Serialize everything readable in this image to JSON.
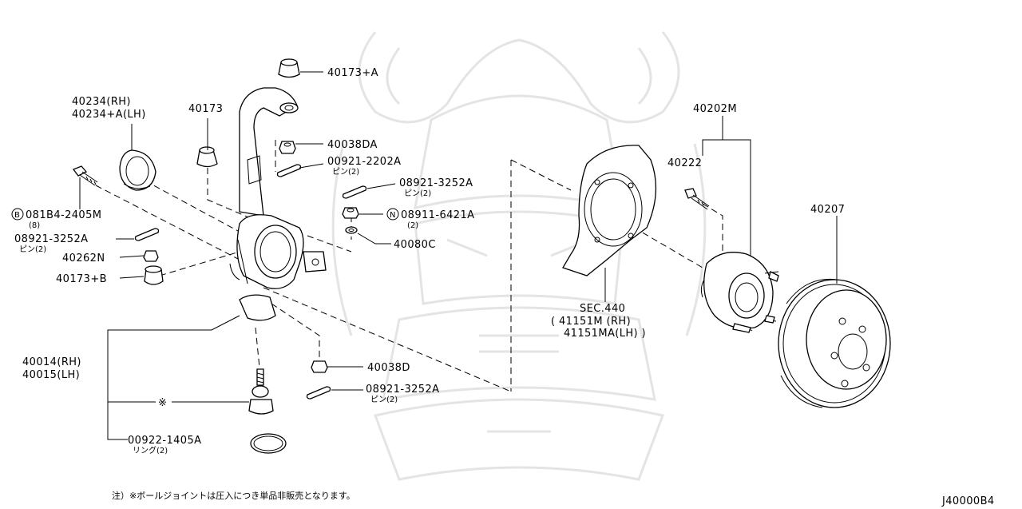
{
  "diagram_id": "J40000B4",
  "note": "注）※ボールジョイントは圧入につき単品非販売となります。",
  "ball_joint_mark": "※",
  "callouts": {
    "p40173A": "40173+A",
    "p40234": [
      "40234(RH)",
      "40234+A(LH)"
    ],
    "p40173": "40173",
    "p40038DA": "40038DA",
    "p00921": "00921-2202A",
    "p00921_sub": "ピン(2)",
    "p08921_top": "08921-3252A",
    "p08921_top_sub": "ピン(2)",
    "p08911_badge": "N",
    "p08911": "08911-6421A",
    "p08911_sub": "(2)",
    "p40080C": "40080C",
    "p081B4_badge": "B",
    "p081B4": "081B4-2405M",
    "p081B4_sub": "(8)",
    "p08921_left": "08921-3252A",
    "p08921_left_sub": "ピン(2)",
    "p40262N": "40262N",
    "p40173B": "40173+B",
    "p40014": [
      "40014(RH)",
      "40015(LH)"
    ],
    "p00922": "00922-1405A",
    "p00922_sub": "リング(2)",
    "p40038D": "40038D",
    "p08921_bot": "08921-3252A",
    "p08921_bot_sub": "ピン(2)",
    "sec440": [
      "SEC.440",
      "( 41151M  (RH)",
      "41151MA(LH) )"
    ],
    "p40202M": "40202M",
    "p40222": "40222",
    "p40207": "40207"
  }
}
